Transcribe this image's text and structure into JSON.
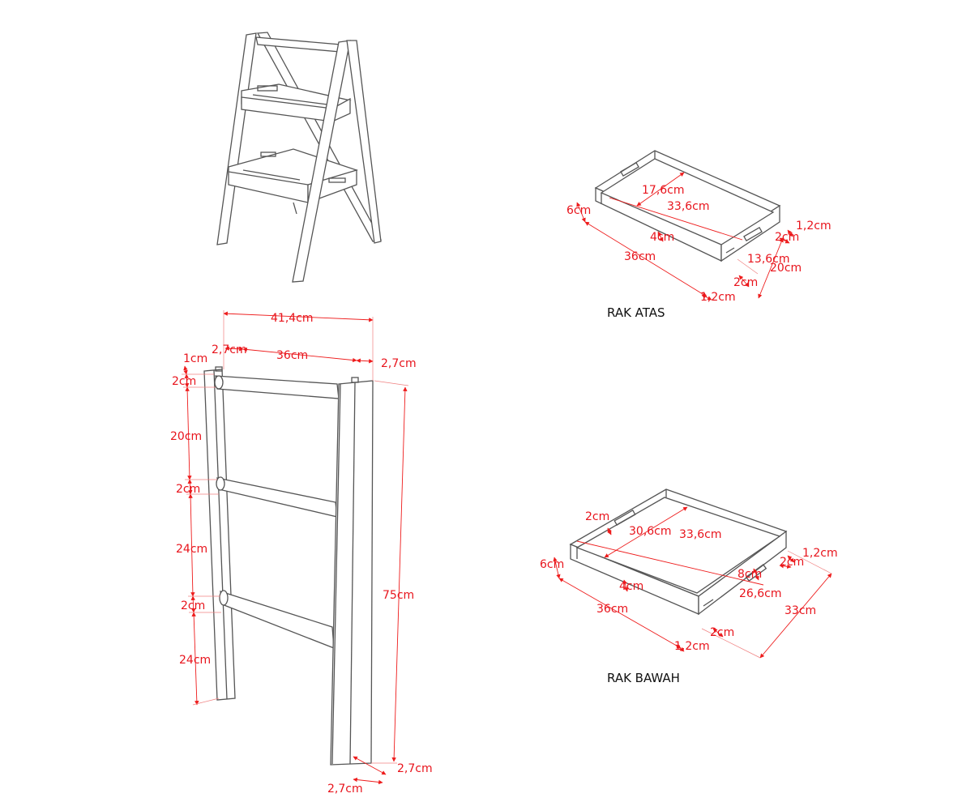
{
  "units": "cm",
  "colors": {
    "dimension": "#ee1c1c",
    "outline": "#555555",
    "background": "#ffffff"
  },
  "frame": {
    "overall_width": "41,4cm",
    "leg_width_left": "2,7cm",
    "inner_span": "36cm",
    "leg_width_right": "2,7cm",
    "top_offset": "1cm",
    "rung_top": "2cm",
    "gap_top": "20cm",
    "rung_middle": "2cm",
    "gap_middle": "24cm",
    "rung_bottom": "2cm",
    "gap_bottom": "24cm",
    "height": "75cm",
    "leg_depth_a": "2,7cm",
    "leg_depth_b": "2,7cm"
  },
  "rak_atas": {
    "label": "RAK ATAS",
    "handle_length": "17,6cm",
    "inner_length": "33,6cm",
    "side_height": "6cm",
    "handle_height": "4cm",
    "length": "36cm",
    "thickness_top": "1,2cm",
    "slot_height": "2cm",
    "inner_width": "13,6cm",
    "width": "20cm",
    "base_height": "2cm",
    "thickness_bottom": "1,2cm"
  },
  "rak_bawah": {
    "label": "RAK BAWAH",
    "handle_slot": "2cm",
    "inner_length_a": "30,6cm",
    "inner_length_b": "33,6cm",
    "side_height": "6cm",
    "thickness_top": "1,2cm",
    "slot_height": "2cm",
    "handle_height": "4cm",
    "handle_width": "8cm",
    "length": "36cm",
    "inner_width": "26,6cm",
    "width": "33cm",
    "base_height": "2cm",
    "thickness_bottom": "1,2cm"
  }
}
